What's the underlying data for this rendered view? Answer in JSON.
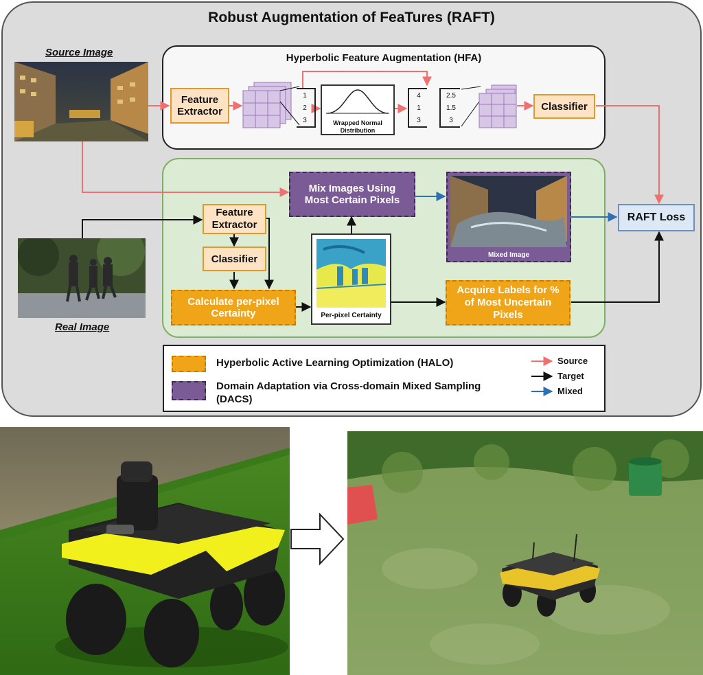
{
  "title": "Robust Augmentation of FeaTures (RAFT)",
  "hfa": {
    "title": "Hyperbolic Feature Augmentation (HFA)",
    "feature_extractor": "Feature\nExtractor",
    "vector_in": [
      "1",
      "2",
      "3"
    ],
    "distribution_label": "Wrapped Normal\nDistribution",
    "vector_noise": [
      "4",
      "1",
      "3"
    ],
    "vector_out": [
      "2.5",
      "1.5",
      "3"
    ],
    "classifier": "Classifier"
  },
  "labels": {
    "source_image": "Source Image",
    "real_image": "Real Image"
  },
  "green": {
    "mix": "Mix Images Using\nMost Certain Pixels",
    "feature_extractor": "Feature\nExtractor",
    "classifier": "Classifier",
    "calc": "Calculate per-pixel\nCertainty",
    "certainty_caption": "Per-pixel Certainty",
    "mixed_caption": "Mixed Image",
    "acquire": "Acquire Labels for %\nof Most Uncertain\nPixels"
  },
  "raft_loss": "RAFT Loss",
  "legend": {
    "halo": "Hyperbolic Active Learning Optimization (HALO)",
    "dacs": "Domain Adaptation via Cross-domain Mixed Sampling\n(DACS)",
    "source": "Source",
    "target": "Target",
    "mixed": "Mixed"
  },
  "colors": {
    "source_arrow": "#f07070",
    "target_arrow": "#111111",
    "mixed_arrow": "#2f6fb3",
    "halo_orange": "#f0a418",
    "dacs_purple": "#7b5b96"
  }
}
